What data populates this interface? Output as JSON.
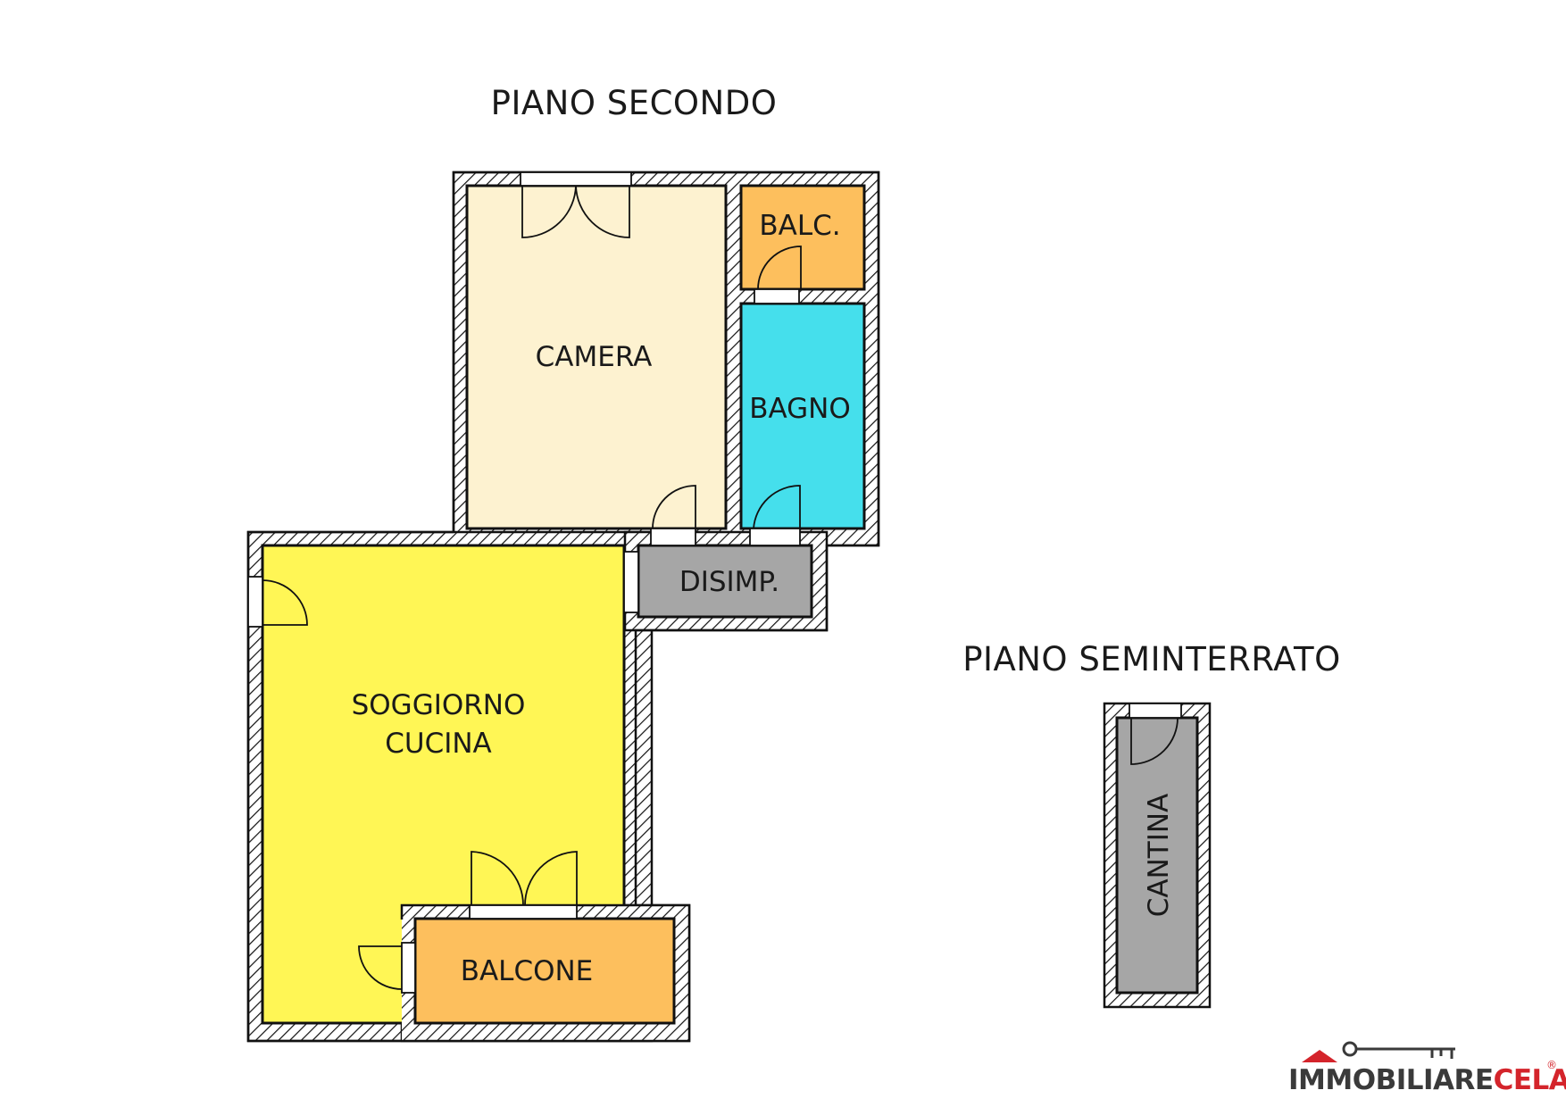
{
  "floors": {
    "upper_title": "PIANO SECONDO",
    "basement_title": "PIANO SEMINTERRATO"
  },
  "rooms": {
    "camera": "CAMERA",
    "balc": "BALC.",
    "bagno": "BAGNO",
    "disimp": "DISIMP.",
    "soggiorno_line1": "SOGGIORNO",
    "soggiorno_line2": "CUCINA",
    "balcone": "BALCONE",
    "cantina": "CANTINA"
  },
  "brand": {
    "part1": "IMMOBILIARE",
    "part2": "CELARDO",
    "registered": "®"
  },
  "colors": {
    "camera": "#fdf2d0",
    "soggiorno": "#fff655",
    "bagno": "#45dfec",
    "balcony": "#fdbf5d",
    "service": "#a6a6a6",
    "brand_dark": "#3a3a3a",
    "brand_red": "#d4242b"
  }
}
